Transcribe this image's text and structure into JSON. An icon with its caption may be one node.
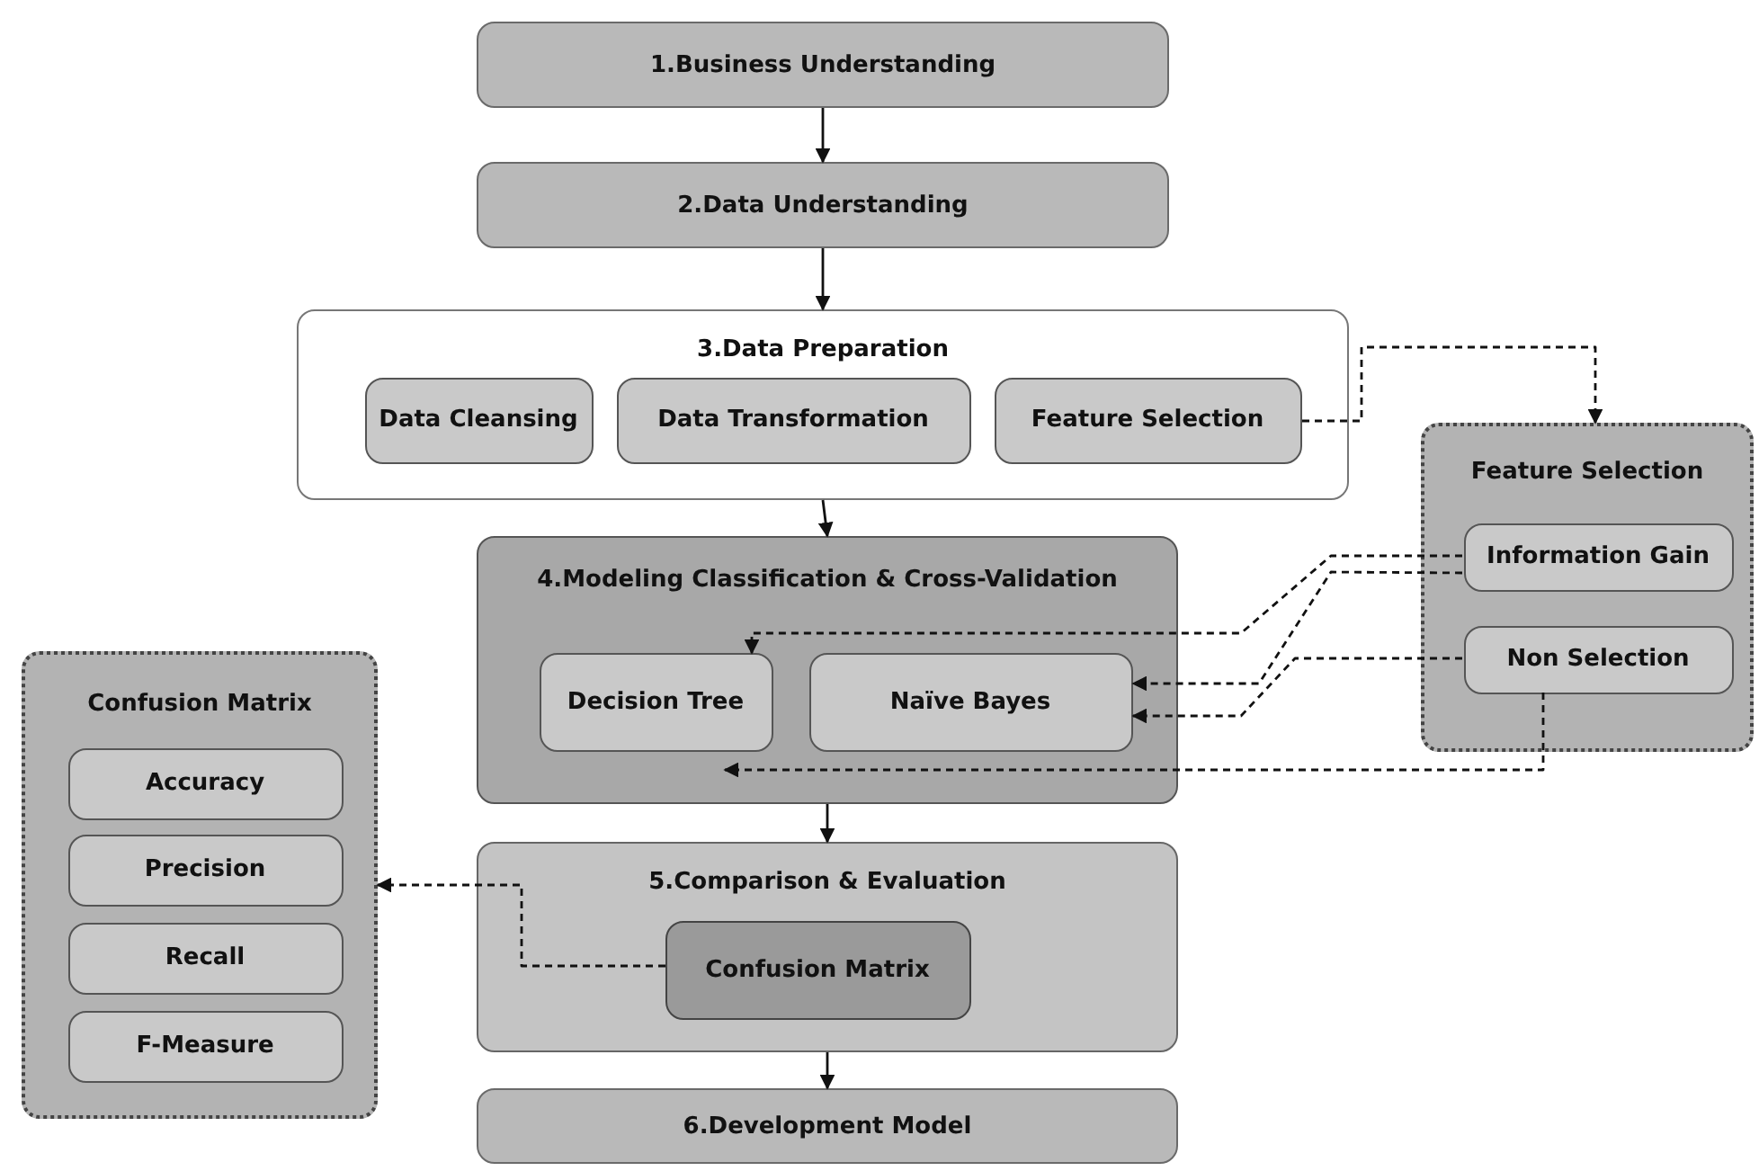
{
  "diagram": {
    "nodes": [
      {
        "text": [
          "1.Business Understanding"
        ]
      },
      {
        "text": [
          "2.Data Understanding"
        ]
      },
      {
        "text": [
          "3.Data Preparation"
        ]
      },
      {
        "text": [
          "Data Cleansing"
        ],
        "in": 2
      },
      {
        "text": [
          "Data Transformation"
        ],
        "in": 2
      },
      {
        "text": [
          "Feature Selection"
        ],
        "in": 2
      },
      {
        "text": [
          "Feature Selection"
        ]
      },
      {
        "text": [
          "Information Gain"
        ],
        "in": 6
      },
      {
        "text": [
          "Non Selection"
        ],
        "in": 6
      },
      {
        "text": [
          "4.Modeling Classification & Cross-Validation"
        ]
      },
      {
        "text": [
          "Decision Tree"
        ],
        "in": 9
      },
      {
        "text": [
          "Naïve Bayes"
        ],
        "in": 9
      },
      {
        "text": [
          "Confusion Matrix"
        ]
      },
      {
        "text": [
          "Accuracy"
        ],
        "in": 12
      },
      {
        "text": [
          "Precision"
        ],
        "in": 12
      },
      {
        "text": [
          "Recall"
        ],
        "in": 12
      },
      {
        "text": [
          "F-Measure"
        ],
        "in": 12
      },
      {
        "text": [
          "5.Comparison & Evaluation"
        ]
      },
      {
        "text": [
          "Confusion Matrix"
        ],
        "in": 17
      },
      {
        "text": [
          "6.Development Model"
        ]
      }
    ],
    "edges": [
      {
        "from": 0,
        "to": 1,
        "arrow": "to"
      },
      {
        "from": 1,
        "to": 2,
        "arrow": "to"
      },
      {
        "from": 2,
        "to": 9,
        "arrow": "to"
      },
      {
        "from": 9,
        "to": 17,
        "arrow": "to"
      },
      {
        "from": 17,
        "to": 19,
        "arrow": "to"
      },
      {
        "from": 5,
        "to": 6,
        "arrow": "to",
        "style": "dashed"
      },
      {
        "from": 7,
        "to": 10,
        "arrow": "to",
        "style": "dashed"
      },
      {
        "from": 7,
        "to": 11,
        "arrow": "to",
        "style": "dashed"
      },
      {
        "from": 8,
        "to": 11,
        "arrow": "to",
        "style": "dashed"
      },
      {
        "from": 8,
        "to": 9,
        "arrow": "to",
        "style": "dashed"
      },
      {
        "from": 18,
        "to": 12,
        "arrow": "to",
        "style": "dashed"
      }
    ]
  }
}
